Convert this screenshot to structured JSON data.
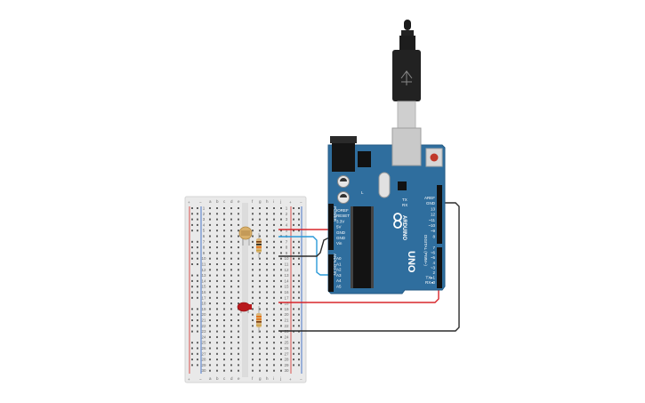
{
  "colors": {
    "board": "#2f6e9e",
    "board_edge": "#245b85",
    "breadboard": "#e9e9e9",
    "rail_red": "#d9534f",
    "rail_blue": "#4a77c9",
    "wire_red": "#d8262c",
    "wire_black": "#2b2b2b",
    "wire_blue": "#2a9ad8",
    "led": "#b8191d",
    "ldr": "#d9b06b"
  },
  "icons": {
    "usb_cable": "usb-cable-icon",
    "power_jack": "dc-jack-icon",
    "reset_button": "reset-button-icon",
    "logo": "arduino-infinity-logo"
  },
  "breadboard": {
    "column_letters_left": [
      "a",
      "b",
      "c",
      "d",
      "e"
    ],
    "column_letters_right": [
      "f",
      "g",
      "h",
      "i",
      "j"
    ],
    "rail_plus": "+",
    "rail_minus": "−",
    "row_numbers": [
      "1",
      "2",
      "3",
      "4",
      "5",
      "6",
      "7",
      "8",
      "9",
      "10",
      "11",
      "12",
      "13",
      "14",
      "15",
      "16",
      "17",
      "18",
      "19",
      "20",
      "21",
      "22",
      "23",
      "24",
      "25",
      "26",
      "27",
      "28",
      "29",
      "30"
    ]
  },
  "arduino": {
    "brand": "ARDUINO",
    "model": "UNO",
    "digital_label": "DIGITAL (PWM~)",
    "analog_label": "ANALOG IN",
    "power_label": "POWER",
    "power_pins": [
      "IOREF",
      "RESET",
      "3.3V",
      "5V",
      "GND",
      "GND",
      "Vin"
    ],
    "analog_pins": [
      "A0",
      "A1",
      "A2",
      "A3",
      "A4",
      "A5"
    ],
    "digital_pins_top": [
      "AREF",
      "GND",
      "13",
      "12",
      "~11",
      "~10",
      "~9",
      "8"
    ],
    "digital_pins_bottom": [
      "7",
      "~6",
      "~5",
      "4",
      "~3",
      "2",
      "TX▸1",
      "RX◂0"
    ],
    "tx_label": "TX",
    "rx_label": "RX",
    "l_label": "L"
  }
}
